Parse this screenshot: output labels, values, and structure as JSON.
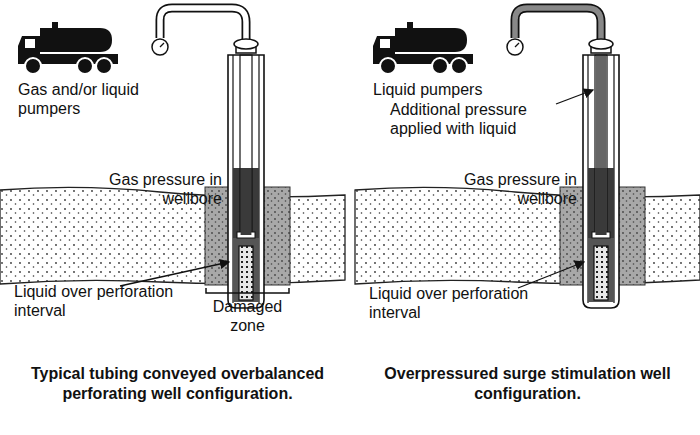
{
  "diagram": {
    "labels": [
      "Gas and/or liquid pumpers",
      "Gas pressure in wellbore",
      "Liquid over perforation interval",
      "Damaged zone",
      "Typical tubing conveyed overbalanced perforating well configuration.",
      "Liquid pumpers",
      "Additional pressure applied with liquid",
      "Gas pressure in wellbore",
      "Liquid over perforation interval",
      "Overpressured surge stimulation well configuration."
    ]
  }
}
